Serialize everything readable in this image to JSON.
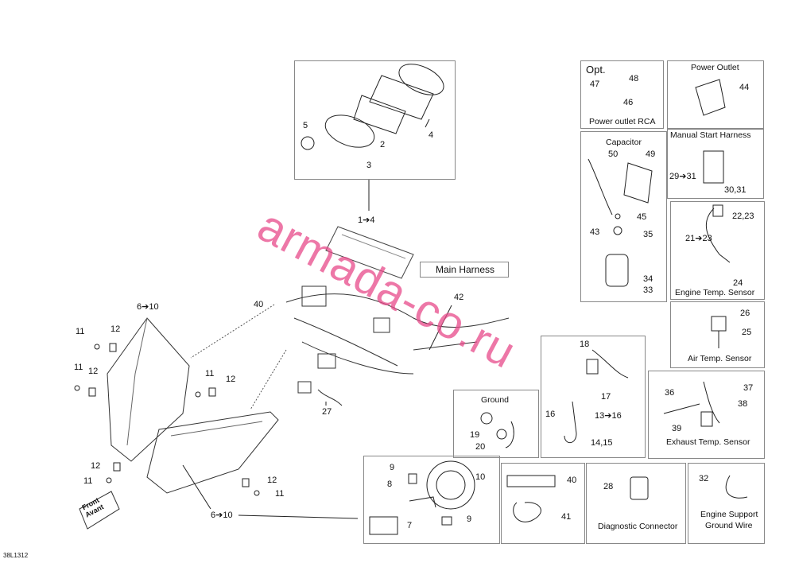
{
  "watermark": "armada-co.ru",
  "figure_code": "38L1312",
  "front": {
    "en": "Front",
    "fr": "Avant"
  },
  "boxes": {
    "opt": {
      "title": "Opt.",
      "caption": "Power outlet RCA",
      "n1": "48",
      "n2": "47",
      "n3": "46"
    },
    "power_outlet": {
      "title": "Power Outlet",
      "n1": "44"
    },
    "capacitor": {
      "title": "Capacitor",
      "n1": "50",
      "n2": "49",
      "n3": "45",
      "n4": "43",
      "n5": "35",
      "n6": "34",
      "n7": "33"
    },
    "manual_start": {
      "title": "Manual Start Harness",
      "n1": "29➔31",
      "n2": "30,31"
    },
    "engine_temp": {
      "caption": "Engine Temp. Sensor",
      "n1": "22,23",
      "n2": "21➔23",
      "n3": "24"
    },
    "air_temp": {
      "caption": "Air Temp. Sensor",
      "n1": "26",
      "n2": "25"
    },
    "exhaust_temp": {
      "caption": "Exhaust Temp. Sensor",
      "n1": "36",
      "n2": "37",
      "n3": "38",
      "n4": "39"
    },
    "ground": {
      "title": "Ground",
      "n1": "19",
      "n2": "20"
    },
    "coil": {
      "n1": "18",
      "n2": "17",
      "n3": "16",
      "n4": "13➔16",
      "n5": "14,15"
    },
    "lamp": {
      "n1": "9",
      "n2": "8",
      "n3": "10",
      "n4": "7",
      "n5": "9"
    },
    "grease": {
      "n1": "40",
      "n2": "41"
    },
    "diag": {
      "caption": "Diagnostic Connector",
      "n1": "28"
    },
    "ground_wire": {
      "caption1": "Engine Support",
      "caption2": "Ground Wire",
      "n1": "32"
    },
    "gauge": {
      "n1": "5",
      "n2": "2",
      "n3": "4",
      "n4": "3"
    }
  },
  "main_harness": {
    "title": "Main Harness",
    "n1": "42"
  },
  "callouts": {
    "c1to4": "1➔4",
    "c40": "40",
    "c6to10a": "6➔10",
    "c6to10b": "6➔10",
    "c27": "27",
    "c11a": "11",
    "c12a": "12",
    "c11b": "11",
    "c12b": "12",
    "c11c": "11",
    "c12c": "12",
    "c12d": "12",
    "c11d": "11",
    "c12e": "12",
    "c11e": "11"
  }
}
